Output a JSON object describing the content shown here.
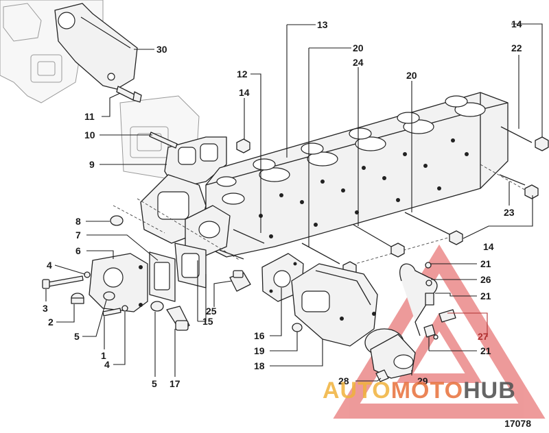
{
  "diagram": {
    "figure_number": "17078",
    "watermark": {
      "part1": "AUTO",
      "part2": "MOTO",
      "part3": "HUB"
    },
    "colors": {
      "ink": "#1a1a1a",
      "red": "#b03030",
      "watermark_orange": "#e8703a",
      "watermark_yellow": "#f0b23c"
    },
    "callouts": {
      "c1": "1",
      "c2": "2",
      "c3": "3",
      "c4a": "4",
      "c4b": "4",
      "c5a": "5",
      "c5b": "5",
      "c6": "6",
      "c7": "7",
      "c8": "8",
      "c9": "9",
      "c10": "10",
      "c11": "11",
      "c12": "12",
      "c13": "13",
      "c14a": "14",
      "c14b": "14",
      "c14c": "14",
      "c15": "15",
      "c16": "16",
      "c17": "17",
      "c18": "18",
      "c19": "19",
      "c20a": "20",
      "c20b": "20",
      "c21a": "21",
      "c21b": "21",
      "c21c": "21",
      "c22": "22",
      "c23": "23",
      "c24": "24",
      "c25": "25",
      "c26": "26",
      "c27": "27",
      "c28": "28",
      "c29": "29",
      "c30": "30"
    }
  }
}
